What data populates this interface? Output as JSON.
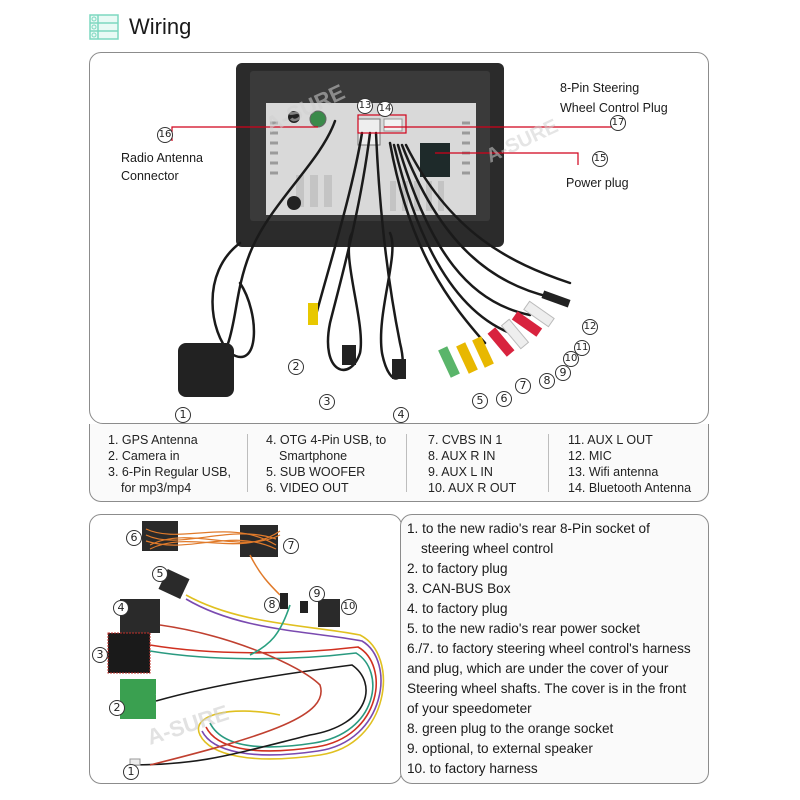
{
  "header": {
    "title": "Wiring",
    "icon": "list-icon",
    "accent_color": "#7dd8c0"
  },
  "top_diagram": {
    "callouts": {
      "radio_antenna": {
        "number": "16",
        "label_line1": "Radio Antenna",
        "label_line2": "Connector"
      },
      "steering_plug": {
        "number": "17",
        "label_line1": "8-Pin Steering",
        "label_line2": "Wheel Control Plug"
      },
      "power_plug": {
        "number": "15",
        "label": "Power plug"
      },
      "wifi": {
        "number": "13"
      },
      "bluetooth": {
        "number": "14"
      }
    },
    "cable_numbers": [
      "1",
      "2",
      "3",
      "4",
      "5",
      "6",
      "7",
      "8",
      "9",
      "10",
      "11",
      "12"
    ],
    "watermark": "A-SURE",
    "callout_line_color": "#d0021b"
  },
  "legend": {
    "col1": [
      "1. GPS Antenna",
      "2. Camera in",
      "3. 6-Pin Regular USB,",
      "for mp3/mp4"
    ],
    "col2": [
      "4. OTG 4-Pin USB, to",
      "Smartphone",
      "5. SUB WOOFER",
      "6. VIDEO OUT"
    ],
    "col3": [
      "7. CVBS IN 1",
      "8. AUX R IN",
      "9. AUX L IN",
      "10. AUX R OUT"
    ],
    "col4": [
      "11. AUX L OUT",
      "12. MIC",
      "13. Wifi antenna",
      "14. Bluetooth Antenna"
    ]
  },
  "harness": {
    "numbers": [
      "1",
      "2",
      "3",
      "4",
      "5",
      "6",
      "7",
      "8",
      "9",
      "10"
    ],
    "instructions": [
      "1. to the new radio's rear 8-Pin socket of",
      "steering wheel control",
      "2. to factory plug",
      "3. CAN-BUS Box",
      "4. to factory plug",
      "5. to the new radio's rear power socket",
      "6./7. to factory steering wheel control's harness",
      "and plug, which are under the cover of your",
      "Steering wheel shafts. The cover is in the front",
      "of your speedometer",
      "8. green plug to the orange socket",
      "9. optional, to external speaker",
      "10. to factory harness"
    ]
  }
}
